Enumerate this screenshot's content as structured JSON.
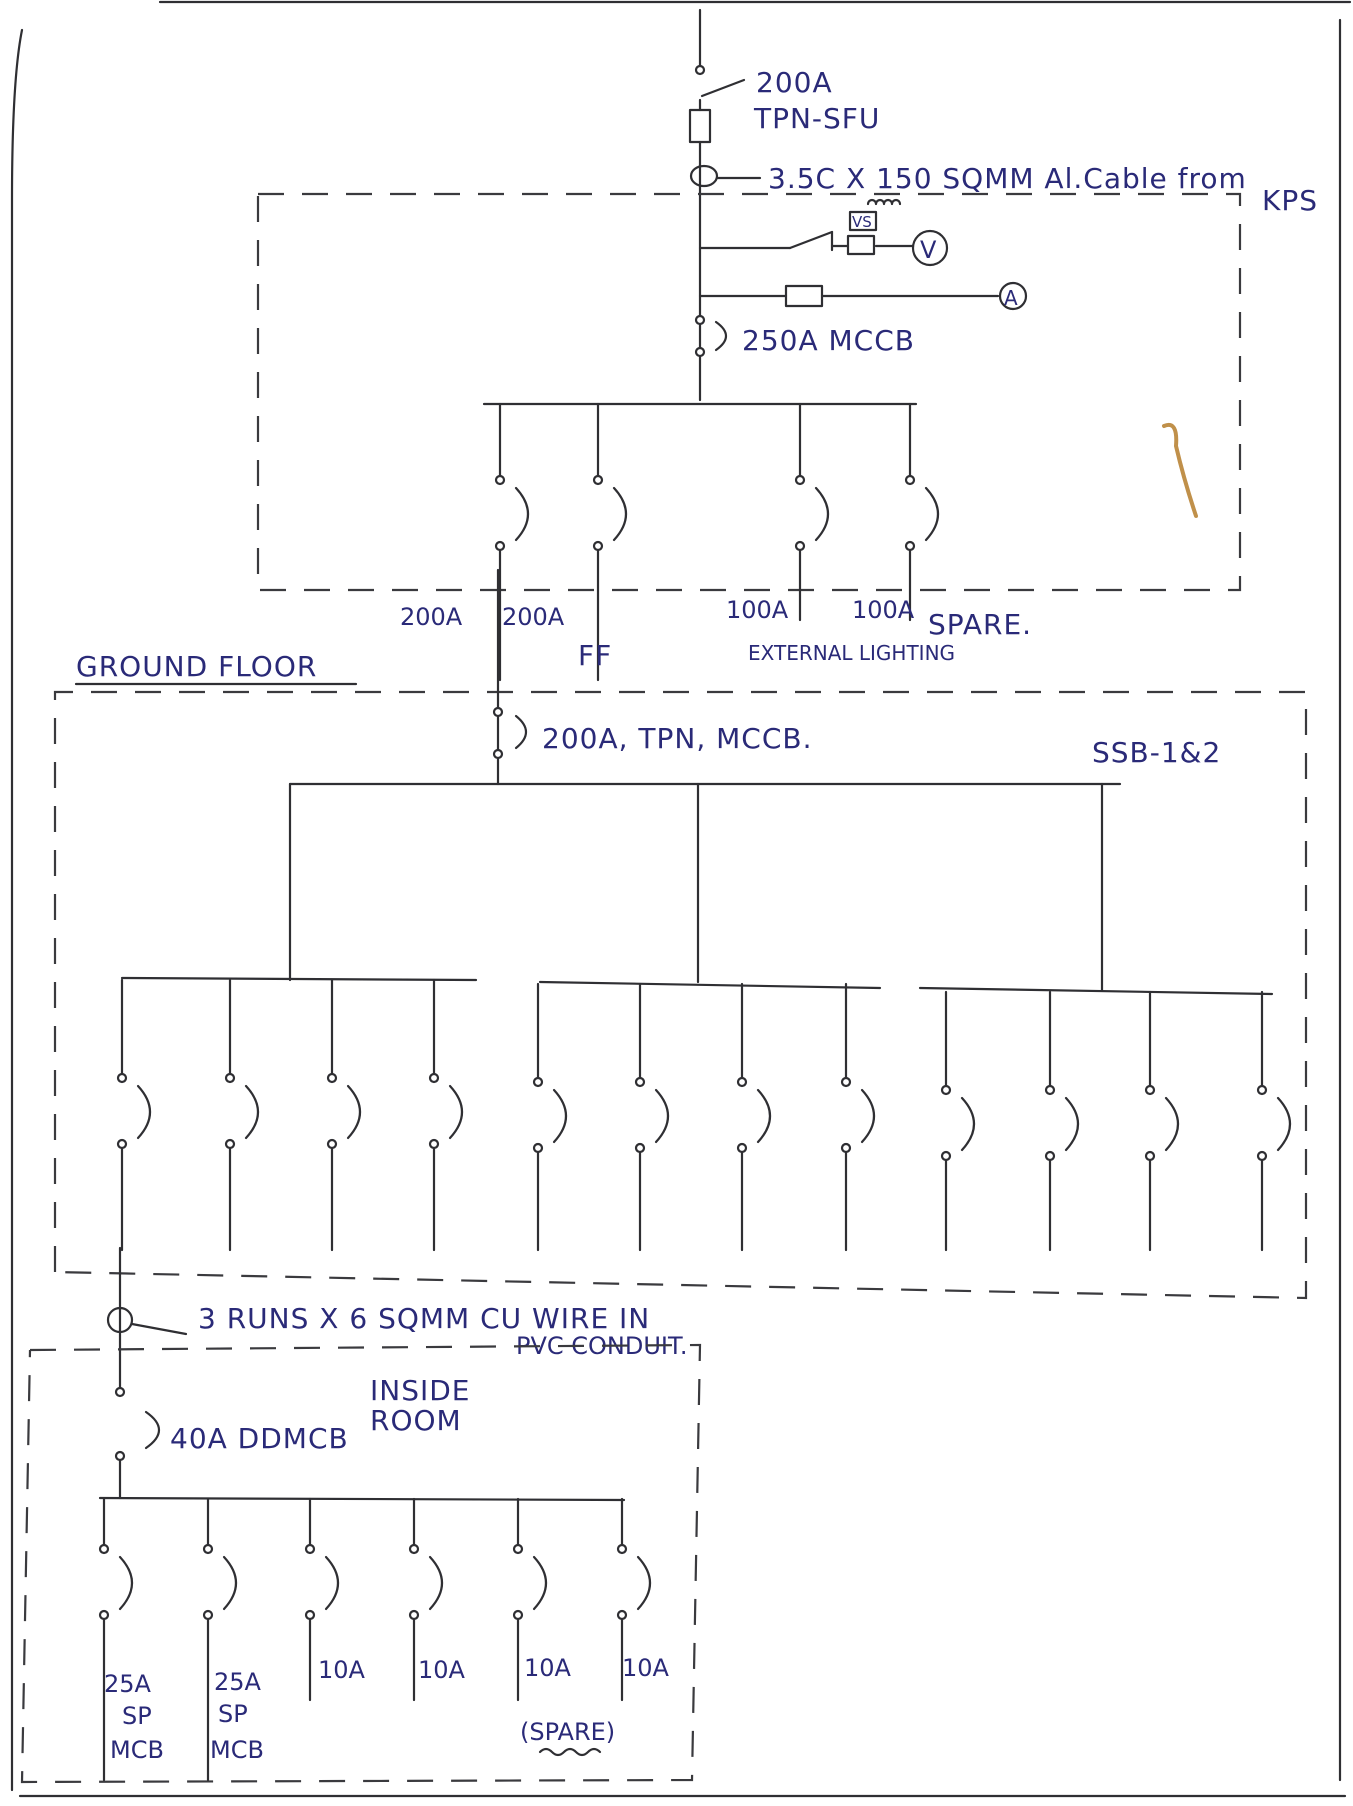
{
  "incomer": {
    "switch_rating": "200A",
    "switch_type": "TPN-SFU",
    "cable_line1": "3.5C X 150 SQMM Al.Cable from",
    "cable_line2": "KPS",
    "vs_label": "VS",
    "voltmeter_symbol": "V",
    "ammeter_symbol": "A",
    "main_breaker": "250A MCCB"
  },
  "main_panel": {
    "outgoings": [
      {
        "rating": "200A",
        "label": ""
      },
      {
        "rating": "200A",
        "label": "FF"
      },
      {
        "rating": "100A",
        "label": "EXTERNAL LIGHTING"
      },
      {
        "rating": "100A",
        "label": "SPARE."
      }
    ]
  },
  "ground_floor": {
    "title": "GROUND FLOOR",
    "incomer": "200A, TPN, MCCB.",
    "panel_name": "SSB-1&2",
    "feeder_note_line1": "3 RUNS X 6 SQMM CU WIRE IN",
    "feeder_note_line2": "PVC CONDUIT."
  },
  "room_db": {
    "title_line1": "INSIDE",
    "title_line2": "ROOM",
    "incomer": "40A DDMCB",
    "outgoings": [
      {
        "rating": "25A",
        "type1": "SP",
        "type2": "MCB"
      },
      {
        "rating": "25A",
        "type1": "SP",
        "type2": "MCB"
      },
      {
        "rating": "10A",
        "type1": "",
        "type2": ""
      },
      {
        "rating": "10A",
        "type1": "",
        "type2": ""
      },
      {
        "rating": "10A",
        "type1": "",
        "type2": ""
      },
      {
        "rating": "10A",
        "type1": "",
        "type2": ""
      }
    ],
    "spare_label": "(SPARE)"
  }
}
